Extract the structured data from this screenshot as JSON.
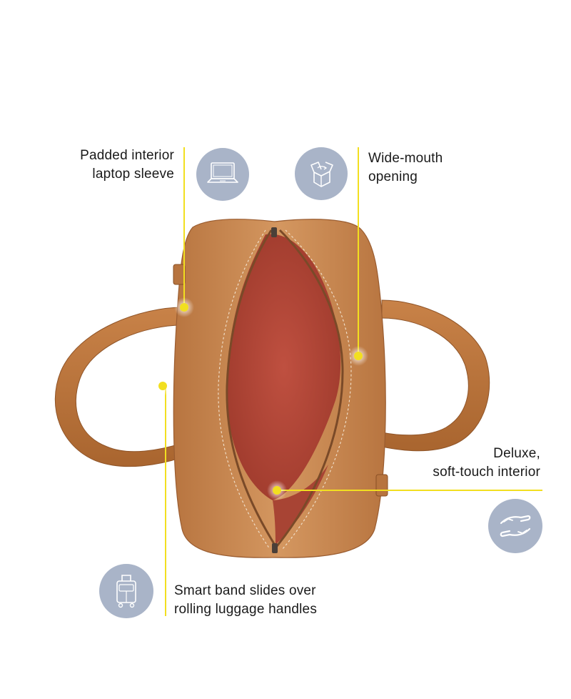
{
  "callouts": {
    "laptop_sleeve": {
      "line1": "Padded interior",
      "line2": "laptop sleeve",
      "icon": "laptop-icon"
    },
    "wide_mouth": {
      "line1": "Wide-mouth",
      "line2": "opening",
      "icon": "open-box-icon"
    },
    "interior": {
      "line1": "Deluxe,",
      "line2": "soft-touch interior",
      "icon": "soft-touch-hand-icon"
    },
    "smart_band": {
      "line1": "Smart band slides over",
      "line2": "rolling luggage handles",
      "icon": "rolling-luggage-icon"
    }
  },
  "colors": {
    "accent_line": "#f2df20",
    "icon_bg": "#a9b4c8",
    "leather": "#c98a52",
    "leather_dark": "#a8683a",
    "lining": "#b84a3a",
    "text": "#1a1a1a"
  }
}
